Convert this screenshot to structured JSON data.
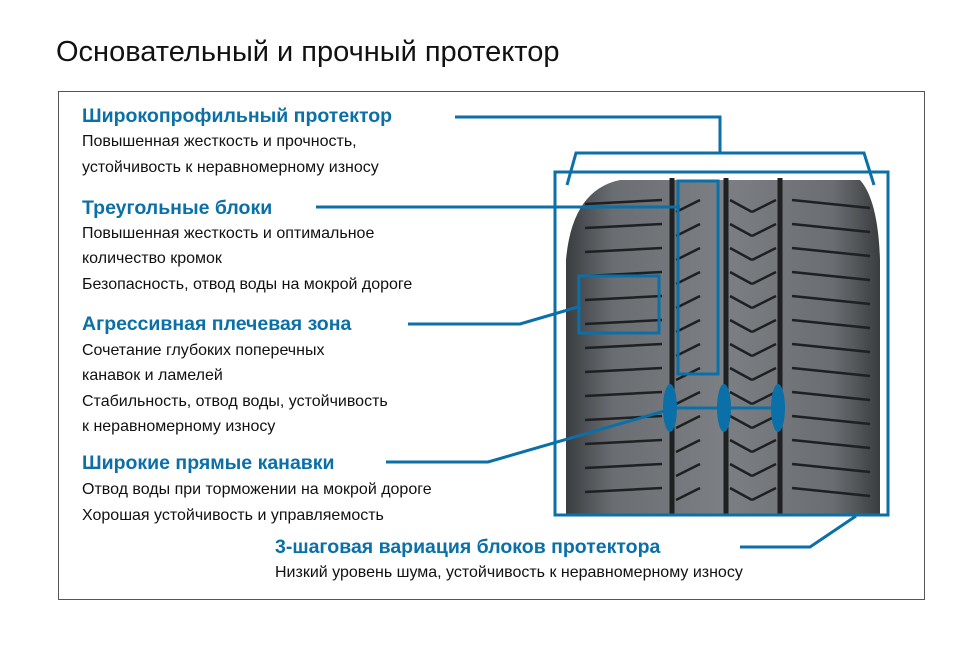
{
  "title": "Основательный и прочный протектор",
  "accent_color": "#0b6fa8",
  "features": [
    {
      "heading": "Широкопрофильный протектор",
      "lines": [
        "Повышенная жесткость и прочность,",
        "устойчивость к неравномерному износу"
      ]
    },
    {
      "heading": "Треугольные блоки",
      "lines": [
        "Повышенная жесткость и оптимальное",
        "количество кромок",
        "Безопасность, отвод воды на мокрой дороге"
      ]
    },
    {
      "heading": "Агрессивная плечевая зона",
      "lines": [
        "Сочетание глубоких поперечных",
        "канавок и ламелей",
        "Стабильность, отвод воды, устойчивость",
        "к неравномерному износу"
      ]
    },
    {
      "heading": "Широкие прямые канавки",
      "lines": [
        "Отвод воды при торможении на мокрой дороге",
        "Хорошая устойчивость и управляемость"
      ]
    },
    {
      "heading": "3-шаговая вариация блоков протектора",
      "lines": [
        "Низкий уровень шума, устойчивость к неравномерному износу"
      ]
    }
  ]
}
